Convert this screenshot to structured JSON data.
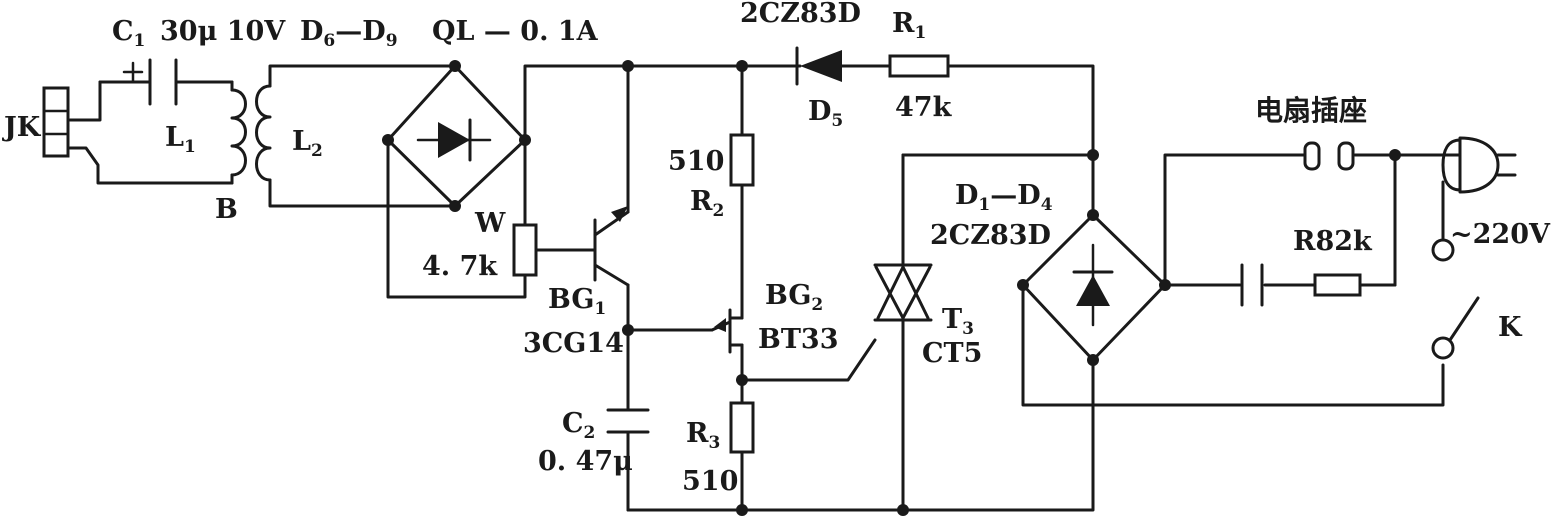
{
  "labels": {
    "c1": {
      "main": "C",
      "sub": "1"
    },
    "c1_value": "30μ 10V",
    "d6d9": {
      "a": "D",
      "a_sub": "6",
      "mid": "—D",
      "b_sub": "9"
    },
    "ql": "QL — 0. 1A",
    "d5_type": "2CZ83D",
    "r1": {
      "main": "R",
      "sub": "1"
    },
    "d5": {
      "main": "D",
      "sub": "5"
    },
    "r1_value": "47k",
    "jk": "JK",
    "l1": {
      "main": "L",
      "sub": "1"
    },
    "l2": {
      "main": "L",
      "sub": "2"
    },
    "b": "B",
    "w": "W",
    "w_value": "4. 7k",
    "r2_value": "510",
    "r2": {
      "main": "R",
      "sub": "2"
    },
    "bg1": {
      "main": "BG",
      "sub": "1"
    },
    "bg1_type": "3CG14",
    "bg2": {
      "main": "BG",
      "sub": "2"
    },
    "bg2_type": "BT33",
    "c2": {
      "main": "C",
      "sub": "2"
    },
    "c2_value": "0. 47μ",
    "r3": {
      "main": "R",
      "sub": "3"
    },
    "r3_value": "510",
    "t3": {
      "main": "T",
      "sub": "3"
    },
    "t3_type": "CT5",
    "d1d4": {
      "a": "D",
      "a_sub": "1",
      "mid": "—D",
      "b_sub": "4"
    },
    "d1d4_type": "2CZ83D",
    "socket": "电扇插座",
    "r82k": "R82k",
    "mains": "~220V",
    "k": "K"
  }
}
